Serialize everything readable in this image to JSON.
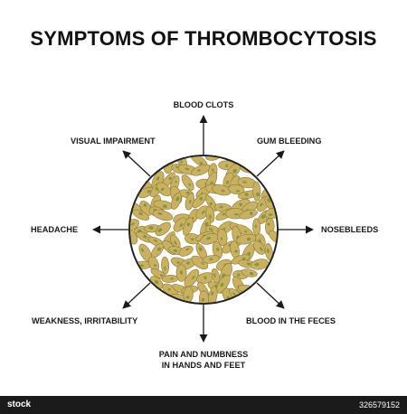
{
  "title": "SYMPTOMS OF THROMBOCYTOSIS",
  "symptoms": {
    "top": "BLOOD CLOTS",
    "top_left": "VISUAL IMPAIRMENT",
    "top_right": "GUM BLEEDING",
    "left": "HEADACHE",
    "right": "NOSEBLEEDS",
    "bottom_left": "WEAKNESS, IRRITABILITY",
    "bottom_right": "BLOOD IN THE FECES",
    "bottom_line1": "PAIN AND NUMBNESS",
    "bottom_line2": "IN HANDS AND FEET"
  },
  "colors": {
    "platelet_fill": "#c9b15f",
    "platelet_edge": "#8c7a3c",
    "platelet_spot": "#6f8f3a",
    "circle_stroke": "#222222",
    "arrow": "#1a1a1a"
  },
  "watermark": {
    "brand": "stock",
    "id": "326579152"
  }
}
